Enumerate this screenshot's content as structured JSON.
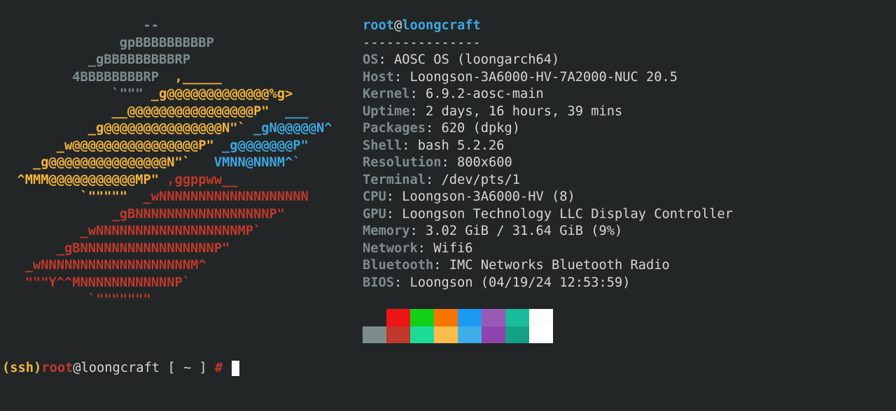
{
  "colors": {
    "gray": "#7f8c8d",
    "yellow": "#f3b53c",
    "blue": "#3da7e0",
    "red": "#c0392b",
    "text": "#d6d6d6",
    "bg": "#232627"
  },
  "art": [
    [
      {
        "t": "                  --",
        "c": "gray"
      }
    ],
    [
      {
        "t": "               gpBBBBBBBBBP",
        "c": "gray"
      }
    ],
    [
      {
        "t": "           _gBBBBBBBBBRP",
        "c": "gray"
      }
    ],
    [
      {
        "t": "         4BBBBBBBBRP  ",
        "c": "gray"
      },
      {
        "t": ",_____",
        "c": "yellow"
      }
    ],
    [
      {
        "t": "              `\"\"\" ",
        "c": "gray"
      },
      {
        "t": "_g@@@@@@@@@@@@@%g>",
        "c": "yellow"
      }
    ],
    [
      {
        "t": "              __@@@@@@@@@@@@@@@@P\"  ",
        "c": "yellow"
      },
      {
        "t": "___",
        "c": "blue"
      }
    ],
    [
      {
        "t": "           _g@@@@@@@@@@@@@@@N\"` ",
        "c": "yellow"
      },
      {
        "t": "_gN@@@@@N^",
        "c": "blue"
      }
    ],
    [
      {
        "t": "       _w@@@@@@@@@@@@@@@@P\" ",
        "c": "yellow"
      },
      {
        "t": "_g@@@@@@@P\"",
        "c": "blue"
      }
    ],
    [
      {
        "t": "    _g@@@@@@@@@@@@@@@N\"`   ",
        "c": "yellow"
      },
      {
        "t": "VMNN@NNNM^`",
        "c": "blue"
      }
    ],
    [
      {
        "t": "  ^MMM@@@@@@@@@@@MP\" ",
        "c": "yellow"
      },
      {
        "t": ",ggppww__",
        "c": "red"
      }
    ],
    [
      {
        "t": "          `\"\"\"\"\"  ",
        "c": "yellow"
      },
      {
        "t": "_wNNNNNNNNNNNNNNNNNNN",
        "c": "red"
      }
    ],
    [
      {
        "t": "              _gBNNNNNNNNNNNNNNNNNP\"",
        "c": "red"
      }
    ],
    [
      {
        "t": "          _wNNNNNNNNNNNNNNNNNNMP`",
        "c": "red"
      }
    ],
    [
      {
        "t": "       _gBNNNNNNNNNNNNNNNNNP\"",
        "c": "red"
      }
    ],
    [
      {
        "t": "   _wNNNNNNNNNNNNNNNNNNNM^",
        "c": "red"
      }
    ],
    [
      {
        "t": "   \"\"\"Y^^MNNNNNNNNNNNNP`",
        "c": "red"
      }
    ],
    [
      {
        "t": "           `\"\"\"\"\"\"\"",
        "c": "red"
      }
    ]
  ],
  "info": {
    "user": "root",
    "at": "@",
    "host": "loongcraft",
    "separator": "---------------",
    "fields": [
      {
        "label": "OS",
        "value": "AOSC OS (loongarch64)"
      },
      {
        "label": "Host",
        "value": "Loongson-3A6000-HV-7A2000-NUC 20.5"
      },
      {
        "label": "Kernel",
        "value": "6.9.2-aosc-main"
      },
      {
        "label": "Uptime",
        "value": "2 days, 16 hours, 39 mins"
      },
      {
        "label": "Packages",
        "value": "620 (dpkg)"
      },
      {
        "label": "Shell",
        "value": "bash 5.2.26"
      },
      {
        "label": "Resolution",
        "value": "800x600"
      },
      {
        "label": "Terminal",
        "value": "/dev/pts/1"
      },
      {
        "label": "CPU",
        "value": "Loongson-3A6000-HV (8)"
      },
      {
        "label": "GPU",
        "value": "Loongson Technology LLC Display Controller"
      },
      {
        "label": "Memory",
        "value": "3.02 GiB / 31.64 GiB (9%)"
      },
      {
        "label": "Network",
        "value": "Wifi6"
      },
      {
        "label": "Bluetooth",
        "value": "IMC Networks Bluetooth Radio"
      },
      {
        "label": "BIOS",
        "value": "Loongson (04/19/24 12:53:59)"
      }
    ]
  },
  "palette": {
    "normal": [
      "#232627",
      "#ed1515",
      "#11d116",
      "#f67400",
      "#1d99f3",
      "#9b59b6",
      "#1abc9c",
      "#fcfcfc"
    ],
    "bright": [
      "#7f8c8d",
      "#c0392b",
      "#1cdc9a",
      "#fdbc4b",
      "#3daee9",
      "#8e44ad",
      "#16a085",
      "#ffffff"
    ]
  },
  "prompt": {
    "ssh": "(ssh)",
    "user": "root",
    "at": "@",
    "host": "loongcraft",
    "path": " [ ~ ] ",
    "symbol": "#"
  }
}
